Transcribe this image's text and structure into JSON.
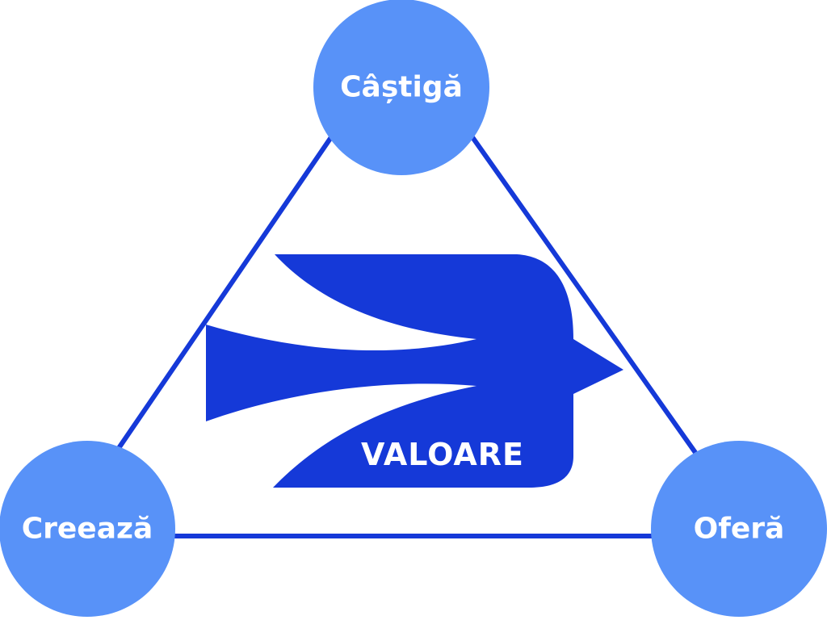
{
  "colors": {
    "line": "#1539d8",
    "node_fill": "#5892f8",
    "bird_fill": "#1539d8",
    "label_text": "#ffffff",
    "background": "#ffffff"
  },
  "nodes": {
    "top": {
      "label": "Câștigă"
    },
    "left": {
      "label": "Creează"
    },
    "right": {
      "label": "Oferă"
    }
  },
  "center": {
    "label": "VALOARE",
    "icon": "bird-icon"
  }
}
